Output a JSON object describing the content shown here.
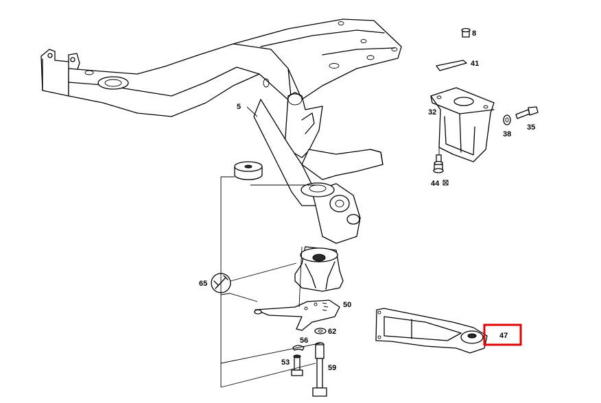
{
  "callouts": [
    {
      "id": "c5",
      "label": "5"
    },
    {
      "id": "c8",
      "label": "8"
    },
    {
      "id": "c41",
      "label": "41"
    },
    {
      "id": "c32",
      "label": "32"
    },
    {
      "id": "c38",
      "label": "38"
    },
    {
      "id": "c35",
      "label": "35"
    },
    {
      "id": "c44",
      "label": "44"
    },
    {
      "id": "c65",
      "label": "65"
    },
    {
      "id": "c50",
      "label": "50"
    },
    {
      "id": "c62",
      "label": "62"
    },
    {
      "id": "c56",
      "label": "56"
    },
    {
      "id": "c53",
      "label": "53"
    },
    {
      "id": "c59",
      "label": "59"
    },
    {
      "id": "c47",
      "label": "47"
    }
  ],
  "highlight": {
    "label_ref": "47",
    "color": "#e00000"
  },
  "colors": {
    "line": "#000000",
    "background": "#ffffff"
  }
}
